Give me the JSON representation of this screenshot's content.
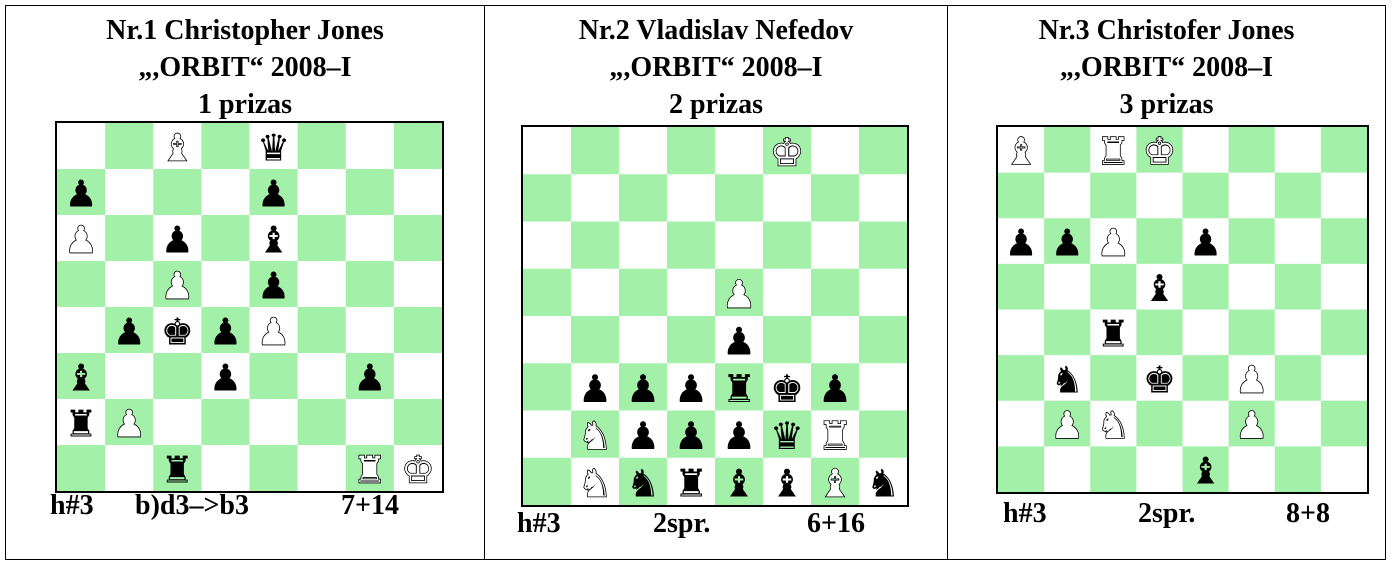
{
  "colors": {
    "light": "#ffffff",
    "dark": "#a3f0a9",
    "pieceBlack": "#000000",
    "pieceWhite": "#ffffff"
  },
  "problems": [
    {
      "title_line1": "Nr.1  Christopher Jones",
      "title_line2": "„,ORBIT“ 2008–I",
      "title_line3": "1 prizas",
      "stipulation": "h#3",
      "twin": "b)d3–>b3",
      "count": "7+14",
      "pieces": [
        {
          "sq": "c8",
          "c": "w",
          "t": "B"
        },
        {
          "sq": "e8",
          "c": "b",
          "t": "Q"
        },
        {
          "sq": "a7",
          "c": "b",
          "t": "P"
        },
        {
          "sq": "e7",
          "c": "b",
          "t": "P"
        },
        {
          "sq": "a6",
          "c": "w",
          "t": "P"
        },
        {
          "sq": "c6",
          "c": "b",
          "t": "P"
        },
        {
          "sq": "e6",
          "c": "b",
          "t": "B"
        },
        {
          "sq": "c5",
          "c": "w",
          "t": "P"
        },
        {
          "sq": "e5",
          "c": "b",
          "t": "P"
        },
        {
          "sq": "b4",
          "c": "b",
          "t": "P"
        },
        {
          "sq": "c4",
          "c": "b",
          "t": "K"
        },
        {
          "sq": "d4",
          "c": "b",
          "t": "P"
        },
        {
          "sq": "e4",
          "c": "w",
          "t": "P"
        },
        {
          "sq": "a3",
          "c": "b",
          "t": "B"
        },
        {
          "sq": "d3",
          "c": "b",
          "t": "P"
        },
        {
          "sq": "g3",
          "c": "b",
          "t": "P"
        },
        {
          "sq": "a2",
          "c": "b",
          "t": "R"
        },
        {
          "sq": "b2",
          "c": "w",
          "t": "P"
        },
        {
          "sq": "c1",
          "c": "b",
          "t": "R"
        },
        {
          "sq": "g1",
          "c": "w",
          "t": "R"
        },
        {
          "sq": "h1",
          "c": "w",
          "t": "K"
        }
      ]
    },
    {
      "title_line1": "Nr.2  Vladislav Nefedov",
      "title_line2": "„,ORBIT“ 2008–I",
      "title_line3": "2 prizas",
      "stipulation": "h#3",
      "twin": "2spr.",
      "count": "6+16",
      "pieces": [
        {
          "sq": "f8",
          "c": "w",
          "t": "K"
        },
        {
          "sq": "e5",
          "c": "w",
          "t": "P"
        },
        {
          "sq": "e4",
          "c": "b",
          "t": "P"
        },
        {
          "sq": "b3",
          "c": "b",
          "t": "P"
        },
        {
          "sq": "c3",
          "c": "b",
          "t": "P"
        },
        {
          "sq": "d3",
          "c": "b",
          "t": "P"
        },
        {
          "sq": "e3",
          "c": "b",
          "t": "R"
        },
        {
          "sq": "f3",
          "c": "b",
          "t": "K"
        },
        {
          "sq": "g3",
          "c": "b",
          "t": "P"
        },
        {
          "sq": "b2",
          "c": "w",
          "t": "N"
        },
        {
          "sq": "c2",
          "c": "b",
          "t": "P"
        },
        {
          "sq": "d2",
          "c": "b",
          "t": "P"
        },
        {
          "sq": "e2",
          "c": "b",
          "t": "P"
        },
        {
          "sq": "f2",
          "c": "b",
          "t": "Q"
        },
        {
          "sq": "g2",
          "c": "w",
          "t": "R"
        },
        {
          "sq": "b1",
          "c": "w",
          "t": "N"
        },
        {
          "sq": "c1",
          "c": "b",
          "t": "N"
        },
        {
          "sq": "d1",
          "c": "b",
          "t": "R"
        },
        {
          "sq": "e1",
          "c": "b",
          "t": "B"
        },
        {
          "sq": "f1",
          "c": "b",
          "t": "B"
        },
        {
          "sq": "g1",
          "c": "w",
          "t": "B"
        },
        {
          "sq": "h1",
          "c": "b",
          "t": "N"
        }
      ]
    },
    {
      "title_line1": "Nr.3  Christofer Jones",
      "title_line2": "„,ORBIT“  2008–I",
      "title_line3": "3 prizas",
      "stipulation": "h#3",
      "twin": "2spr.",
      "count": "8+8",
      "pieces": [
        {
          "sq": "a8",
          "c": "w",
          "t": "B"
        },
        {
          "sq": "c8",
          "c": "w",
          "t": "R"
        },
        {
          "sq": "d8",
          "c": "w",
          "t": "K"
        },
        {
          "sq": "a6",
          "c": "b",
          "t": "P"
        },
        {
          "sq": "b6",
          "c": "b",
          "t": "P"
        },
        {
          "sq": "c6",
          "c": "w",
          "t": "P"
        },
        {
          "sq": "e6",
          "c": "b",
          "t": "P"
        },
        {
          "sq": "d5",
          "c": "b",
          "t": "B"
        },
        {
          "sq": "c4",
          "c": "b",
          "t": "R"
        },
        {
          "sq": "b3",
          "c": "b",
          "t": "N"
        },
        {
          "sq": "d3",
          "c": "b",
          "t": "K"
        },
        {
          "sq": "f3",
          "c": "w",
          "t": "P"
        },
        {
          "sq": "b2",
          "c": "w",
          "t": "P"
        },
        {
          "sq": "c2",
          "c": "w",
          "t": "N"
        },
        {
          "sq": "f2",
          "c": "w",
          "t": "P"
        },
        {
          "sq": "e1",
          "c": "b",
          "t": "B"
        }
      ]
    }
  ]
}
